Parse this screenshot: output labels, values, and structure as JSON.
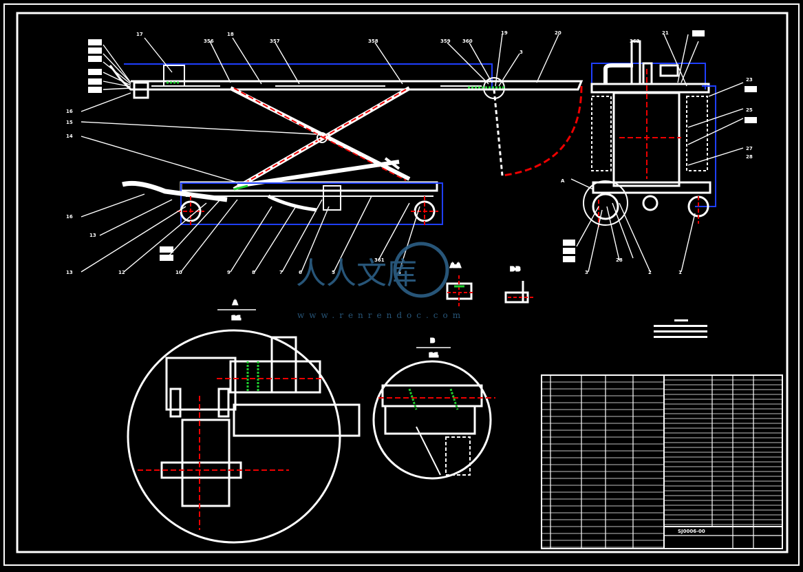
{
  "drawing": {
    "balloons_left": [
      "355",
      "354",
      "353",
      "352",
      "351",
      "350",
      "16",
      "15",
      "14",
      "16",
      "13"
    ],
    "balloons_top": [
      "17",
      "356",
      "18",
      "357",
      "358",
      "359",
      "360",
      "19",
      "3",
      "20"
    ],
    "balloons_bottom": [
      "13",
      "12",
      "11",
      "10",
      "10",
      "9",
      "8",
      "7",
      "6",
      "5",
      "361",
      "4"
    ],
    "balloons_side_top": [
      "362",
      "21",
      "22"
    ],
    "balloons_side_right": [
      "23",
      "24",
      "25",
      "26",
      "27",
      "28"
    ],
    "balloons_side_bottom": [
      "29",
      "30",
      "31",
      "3",
      "28",
      "2",
      "1"
    ],
    "detail_a_label": "A",
    "detail_a_scale": "1:1",
    "detail_b_label": "B",
    "detail_b_scale": "1:1",
    "section_a": "A-A",
    "section_b": "B-B",
    "side_marker": "A"
  },
  "watermark": {
    "text": "人人文库",
    "url": "www.renrendoc.com"
  },
  "title_block": {
    "drawing_number": "SJ0006-00"
  }
}
